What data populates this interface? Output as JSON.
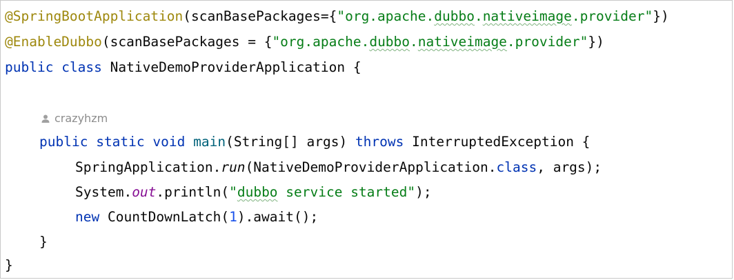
{
  "code": {
    "line1": {
      "annotation": "@SpringBootApplication",
      "paren_open": "(scanBasePackages={",
      "str_q1": "\"org.apache.",
      "str_word": "dubbo",
      "str_dot": ".",
      "str_word2": "nativeimage",
      "str_q2": ".provider\"",
      "close": "})"
    },
    "line2": {
      "annotation": "@EnableDubbo",
      "paren_open": "(scanBasePackages = {",
      "str_q1": "\"org.apache.",
      "str_word": "dubbo",
      "str_dot": ".",
      "str_word2": "nativeimage",
      "str_q2": ".provider\"",
      "close": "})"
    },
    "line3": {
      "kw_public": "public",
      "kw_class": "class",
      "name": " NativeDemoProviderApplication {"
    },
    "author": "crazyhzm",
    "line5": {
      "kw_public": "public",
      "kw_static": "static",
      "kw_void": "void",
      "method": "main",
      "params": "(String[] args) ",
      "kw_throws": "throws",
      "rest": " InterruptedException {"
    },
    "line6": {
      "prefix": "SpringApplication.",
      "method": "run",
      "args_open": "(NativeDemoProviderApplication.",
      "kw_class": "class",
      "args_close": ", args);"
    },
    "line7": {
      "prefix": "System.",
      "field": "out",
      "call": ".println(",
      "str_q1": "\"",
      "str_word": "dubbo",
      "str_rest": " service started\"",
      "close": ");"
    },
    "line8": {
      "kw_new": "new",
      "type": " CountDownLatch(",
      "num": "1",
      "rest": ").await();"
    },
    "line9": "}",
    "line10": "}"
  },
  "colors": {
    "keyword": "#0033b3",
    "annotation": "#9e880d",
    "string": "#067d17",
    "number": "#1750eb",
    "static_field": "#871094",
    "method_decl": "#00627a"
  },
  "icons": {
    "author": "user-icon"
  }
}
